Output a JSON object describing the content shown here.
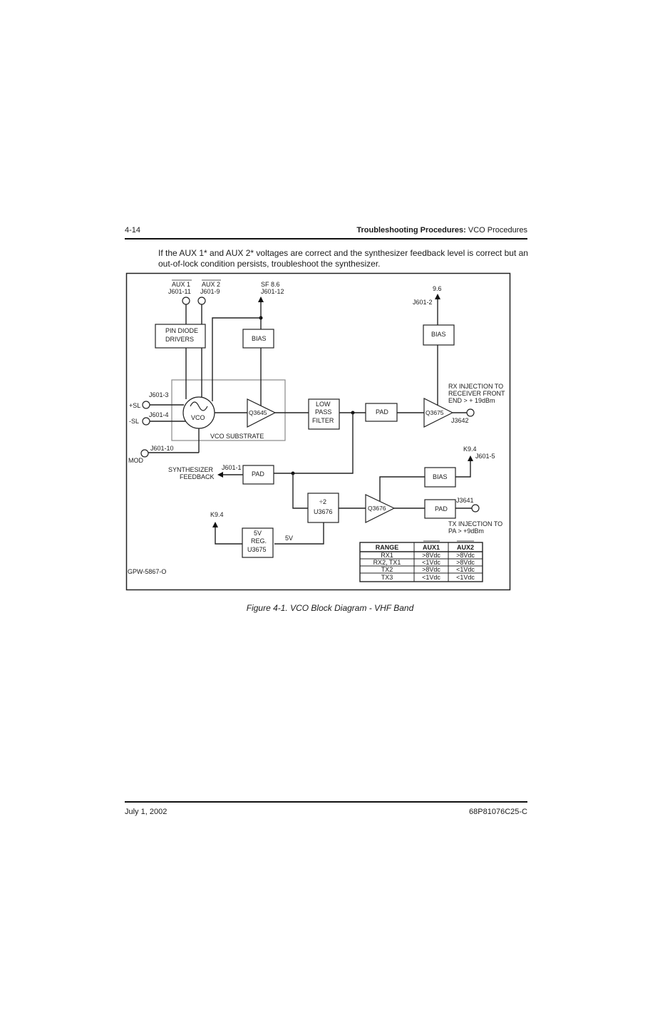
{
  "header": {
    "page_number": "4-14",
    "section_bold": "Troubleshooting Procedures:",
    "section_rest": " VCO Procedures"
  },
  "intro_text": "If the AUX 1* and AUX 2* voltages are correct and the synthesizer feedback level is correct but an out-of-lock condition persists, troubleshoot the synthesizer.",
  "diagram": {
    "aux1": "AUX 1",
    "aux1_pin": "J601-11",
    "aux2": "AUX 2",
    "aux2_pin": "J601-9",
    "sf": "SF 8.6",
    "sf_pin": "J601-12",
    "v96": "9.6",
    "v96_pin": "J601-2",
    "pin_diode_1": "PIN DIODE",
    "pin_diode_2": "DRIVERS",
    "bias": "BIAS",
    "pos_sl_pin": "J601-3",
    "pos_sl": "+SL",
    "neg_sl_pin": "J601-4",
    "neg_sl": "-SL",
    "vco": "VCO",
    "q3645": "Q3645",
    "vco_substrate": "VCO SUBSTRATE",
    "lpf_1": "LOW",
    "lpf_2": "PASS",
    "lpf_3": "FILTER",
    "pad": "PAD",
    "q3675": "Q3675",
    "j3642": "J3642",
    "rx_inj_1": "RX INJECTION TO",
    "rx_inj_2": "RECEIVER FRONT",
    "rx_inj_3": "END > + 19dBm",
    "mod_pin": "J601-10",
    "mod": "MOD",
    "synth_fb_1": "SYNTHESIZER",
    "synth_fb_2": "FEEDBACK",
    "fb_pin": "J601-1",
    "k94_a": "K9.4",
    "k94_a_pin": "J601-5",
    "div_1": "÷2",
    "div_2": "U3676",
    "q3676": "Q3676",
    "j3641": "J3641",
    "tx_inj_1": "TX INJECTION TO",
    "tx_inj_2": "PA > +9dBm",
    "k94_b": "K9.4",
    "reg_1": "5V",
    "reg_2": "REG.",
    "reg_3": "U3675",
    "v5": "5V",
    "drawing_id": "GPW-5867-O",
    "table": {
      "headers": [
        "RANGE",
        "AUX1",
        "AUX2"
      ],
      "rows": [
        [
          "RX1",
          ">8Vdc",
          ">8Vdc"
        ],
        [
          "RX2, TX1",
          "<1Vdc",
          ">8Vdc"
        ],
        [
          "TX2",
          ">8Vdc",
          "<1Vdc"
        ],
        [
          "TX3",
          "<1Vdc",
          "<1Vdc"
        ]
      ]
    }
  },
  "caption": "Figure 4-1.  VCO Block Diagram - VHF Band",
  "footer": {
    "date": "July 1, 2002",
    "doc_number": "68P81076C25-C"
  }
}
